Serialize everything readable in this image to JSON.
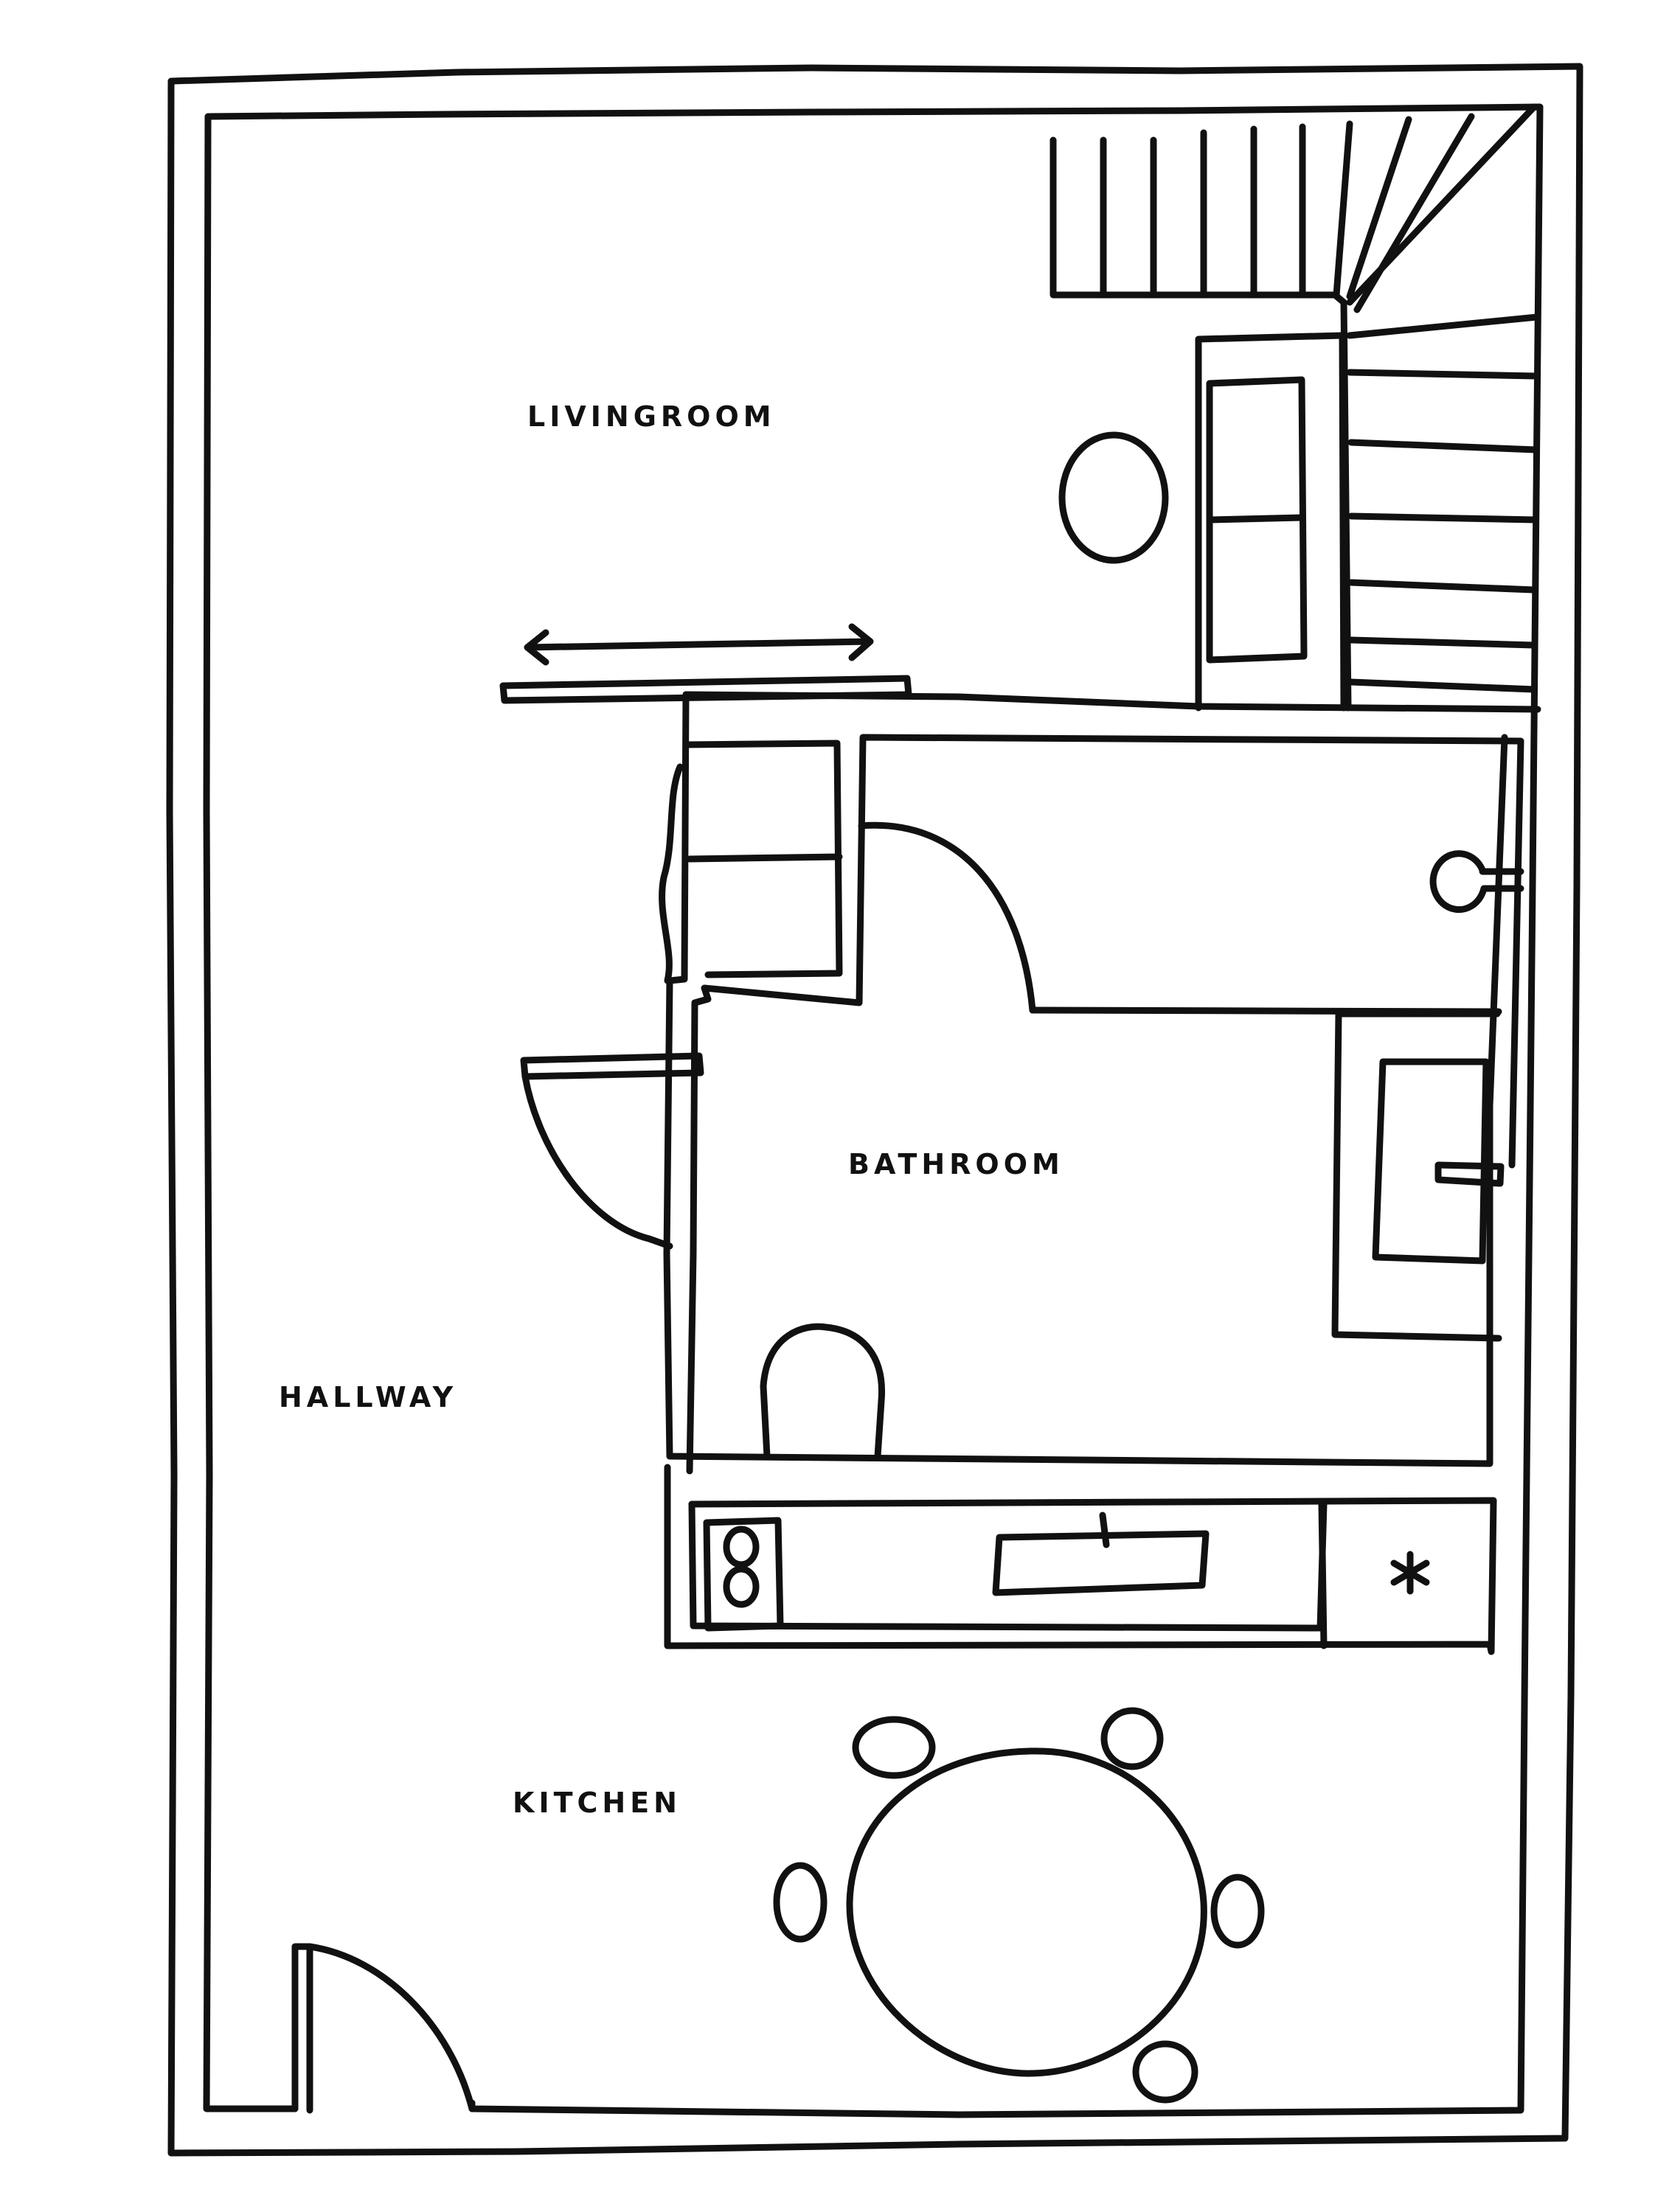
{
  "labels": {
    "livingroom": "LIVINGROOM",
    "bathroom": "BATHROOM",
    "hallway": "HALLWAY",
    "kitchen": "KITCHEN"
  },
  "colors": {
    "line": "#111111",
    "background": "#ffffff"
  },
  "icons": {
    "sliding_door": "double-arrow",
    "stove": "two-burner-hob",
    "appliance": "asterisk"
  }
}
